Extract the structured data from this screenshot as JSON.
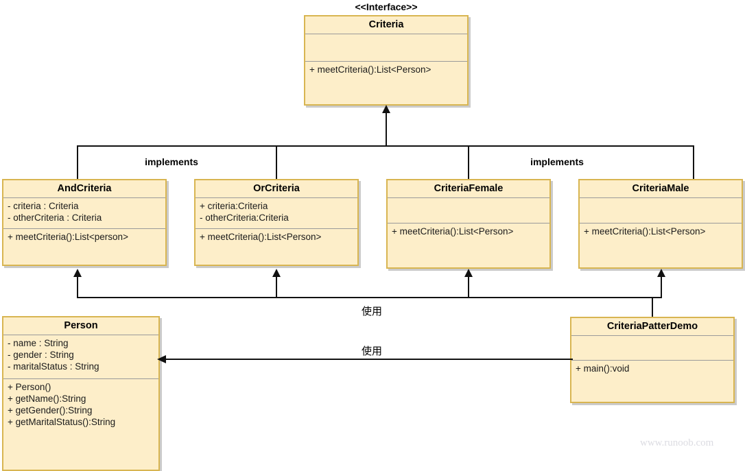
{
  "diagram": {
    "title": "Criteria Pattern UML Class Diagram",
    "colors": {
      "box_fill": "#fdeec9",
      "box_border": "#d8b551",
      "divider": "#9a9a9a",
      "line": "#111111",
      "watermark": "#dcdce2"
    },
    "watermark": "www.runoob.com"
  },
  "stereotype": {
    "interface": "<<Interface>>"
  },
  "classes": {
    "criteria": {
      "name": "Criteria",
      "attributes": [],
      "methods": [
        "+ meetCriteria():List<Person>"
      ]
    },
    "and_criteria": {
      "name": "AndCriteria",
      "attributes": [
        "- criteria : Criteria",
        "- otherCriteria : Criteria"
      ],
      "methods": [
        "+ meetCriteria():List<person>"
      ]
    },
    "or_criteria": {
      "name": "OrCriteria",
      "attributes": [
        "+ criteria:Criteria",
        "- otherCriteria:Criteria"
      ],
      "methods": [
        "+ meetCriteria():List<Person>"
      ]
    },
    "criteria_female": {
      "name": "CriteriaFemale",
      "attributes": [],
      "methods": [
        "+ meetCriteria():List<Person>"
      ]
    },
    "criteria_male": {
      "name": "CriteriaMale",
      "attributes": [],
      "methods": [
        "+ meetCriteria():List<Person>"
      ]
    },
    "person": {
      "name": "Person",
      "attributes": [
        "- name : String",
        "- gender : String",
        "- maritalStatus : String"
      ],
      "methods": [
        "+ Person()",
        "+ getName():String",
        "+ getGender():String",
        "+ getMaritalStatus():String"
      ]
    },
    "demo": {
      "name": "CriteriaPatterDemo",
      "attributes": [],
      "methods": [
        "+ main():void"
      ]
    }
  },
  "edges": {
    "implements_left": "implements",
    "implements_right": "implements",
    "uses_criteria": "使用",
    "uses_person": "使用"
  }
}
